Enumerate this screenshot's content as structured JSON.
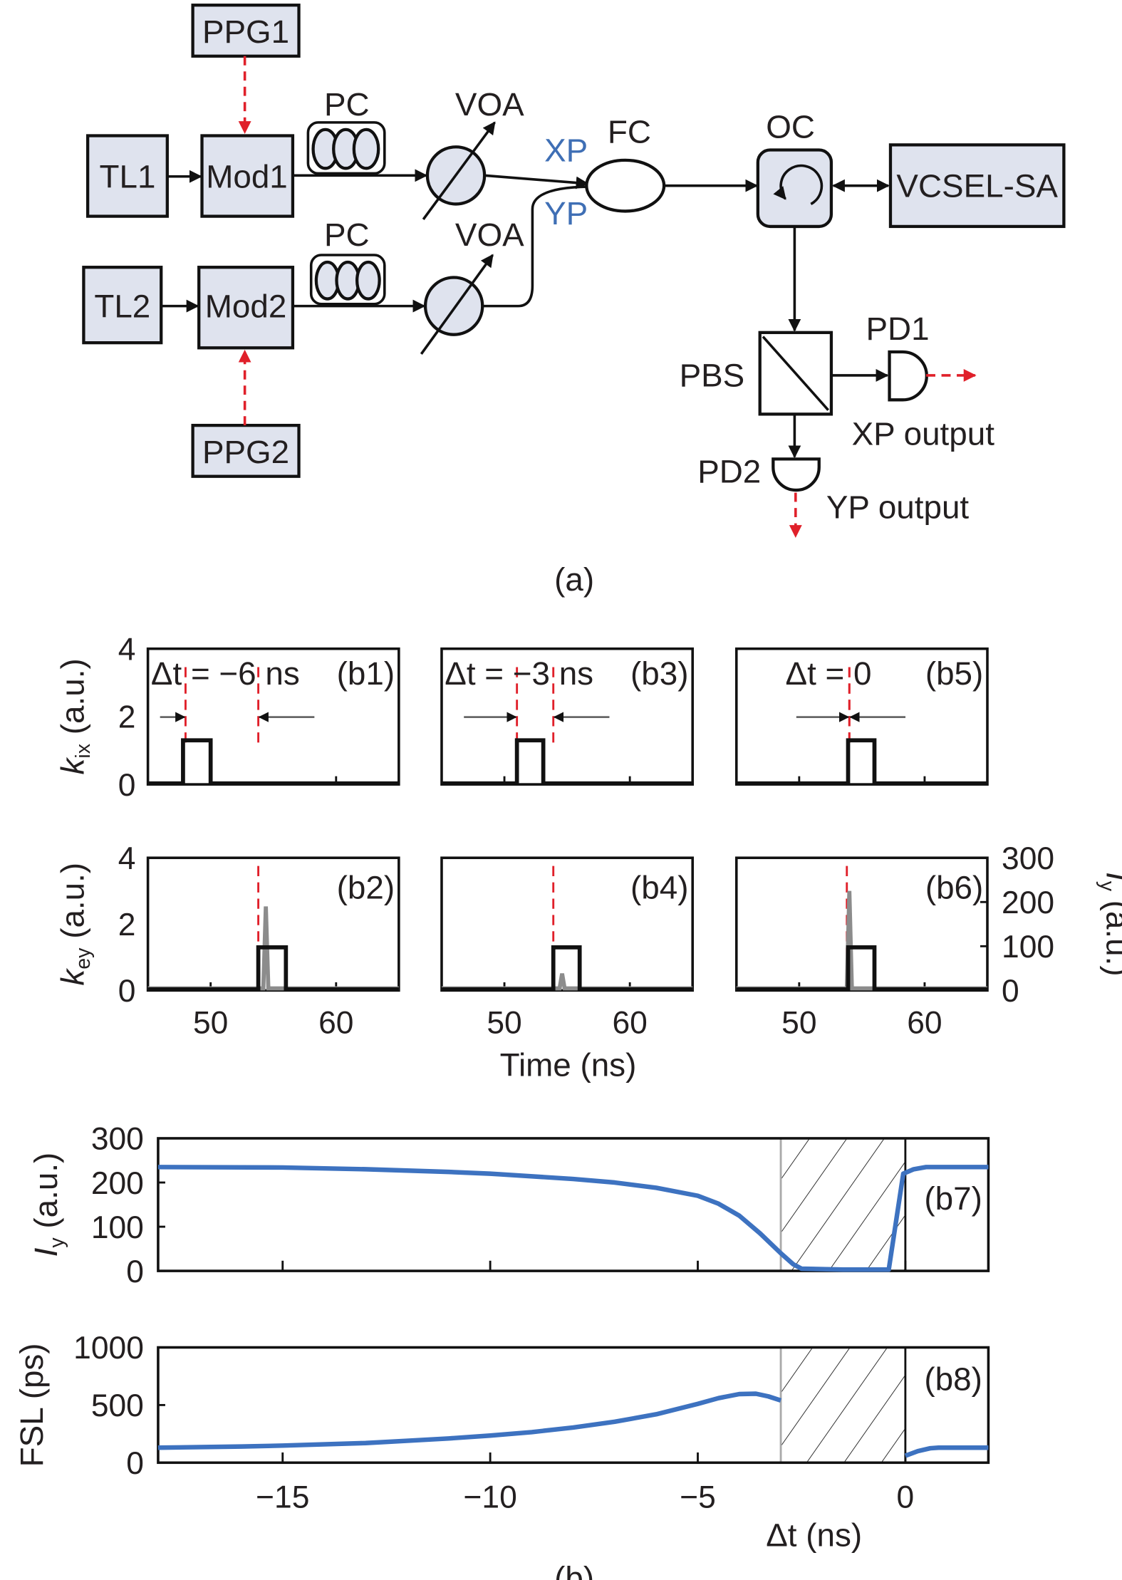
{
  "diagram": {
    "ppg1": "PPG1",
    "ppg2": "PPG2",
    "tl1": "TL1",
    "tl2": "TL2",
    "mod1": "Mod1",
    "mod2": "Mod2",
    "pc1": "PC",
    "pc2": "PC",
    "voa1": "VOA",
    "voa2": "VOA",
    "xp": "XP",
    "yp": "YP",
    "fc": "FC",
    "oc": "OC",
    "vcsel": "VCSEL-SA",
    "pbs": "PBS",
    "pd1": "PD1",
    "pd2": "PD2",
    "xp_output": "XP output",
    "yp_output": "YP output",
    "caption": "(a)"
  },
  "colors": {
    "curve": "#3d72c0",
    "dashed": "#e0202a",
    "box_fill": "#dfe3ee",
    "label_blue": "#3f6fb5"
  },
  "chart_data": [
    {
      "type": "line",
      "id": "b1-b6",
      "xlabel": "Time (ns)",
      "xlim": [
        45,
        65
      ],
      "xticks": [
        50,
        60
      ],
      "ylim": [
        0,
        4
      ],
      "yticks": [
        0,
        2,
        4
      ],
      "ylabel_top": {
        "sym": "k",
        "sub": "ix",
        "unit": "(a.u.)"
      },
      "ylabel_bottom": {
        "sym": "k",
        "sub": "ey",
        "unit": "(a.u.)"
      },
      "right_ylim": [
        0,
        300
      ],
      "right_yticks": [
        0,
        100,
        200,
        300
      ],
      "right_ylabel": {
        "sym": "I",
        "sub": "y",
        "unit": "(a.u.)"
      },
      "panels": [
        {
          "id": "(b1)",
          "delta": "Δt = −6 ns",
          "signal": "k_ix",
          "pulse": [
            47.8,
            50.0,
            1.3
          ],
          "dashed": [
            48.0,
            53.8
          ]
        },
        {
          "id": "(b3)",
          "delta": "Δt = −3 ns",
          "signal": "k_ix",
          "pulse": [
            51.0,
            53.1,
            1.3
          ],
          "dashed": [
            51.0,
            53.9
          ]
        },
        {
          "id": "(b5)",
          "delta": "Δt = 0",
          "signal": "k_ix",
          "pulse": [
            53.9,
            56.0,
            1.3
          ],
          "dashed": [
            54.0,
            54.0
          ]
        },
        {
          "id": "(b2)",
          "signal": "k_ey",
          "pulse": [
            53.8,
            56.0,
            1.3
          ],
          "dashed": [
            53.8
          ],
          "iy_spike": [
            54.4,
            190
          ]
        },
        {
          "id": "(b4)",
          "signal": "k_ey",
          "pulse": [
            53.9,
            56.0,
            1.3
          ],
          "dashed": [
            53.9
          ],
          "iy_spike": [
            54.6,
            38
          ]
        },
        {
          "id": "(b6)",
          "signal": "k_ey",
          "pulse": [
            53.9,
            56.0,
            1.3
          ],
          "dashed": [
            53.8
          ],
          "iy_spike": [
            54.0,
            225
          ]
        }
      ]
    },
    {
      "type": "line",
      "id": "(b7)",
      "xlim": [
        -18,
        2
      ],
      "xticks": [
        -15,
        -10,
        -5,
        0
      ],
      "ylim": [
        0,
        300
      ],
      "yticks": [
        0,
        100,
        200,
        300
      ],
      "ylabel": {
        "sym": "I",
        "sub": "y",
        "unit": "(a.u.)"
      },
      "hatched_region": [
        -3,
        0
      ],
      "series": [
        {
          "name": "Iy",
          "segments": [
            [
              [
                -18,
                235
              ],
              [
                -15,
                234
              ],
              [
                -13,
                230
              ],
              [
                -11,
                224
              ],
              [
                -10,
                220
              ],
              [
                -8,
                208
              ],
              [
                -7,
                200
              ],
              [
                -6,
                188
              ],
              [
                -5,
                170
              ],
              [
                -4.5,
                152
              ],
              [
                -4,
                125
              ],
              [
                -3.5,
                85
              ],
              [
                -3,
                40
              ],
              [
                -2.7,
                15
              ],
              [
                -2.5,
                5
              ],
              [
                -1.5,
                3
              ],
              [
                -0.4,
                3
              ],
              [
                -0.05,
                220
              ],
              [
                0.2,
                230
              ],
              [
                0.5,
                235
              ],
              [
                2,
                235
              ]
            ]
          ]
        }
      ]
    },
    {
      "type": "line",
      "id": "(b8)",
      "xlabel": "Δt (ns)",
      "xlim": [
        -18,
        2
      ],
      "xticks": [
        -15,
        -10,
        -5,
        0
      ],
      "xticklabels": [
        "−15",
        "−10",
        "−5",
        "0"
      ],
      "ylim": [
        0,
        1000
      ],
      "yticks": [
        0,
        500,
        1000
      ],
      "ylabel": {
        "text": "FSL (ps)"
      },
      "hatched_region": [
        -3,
        0
      ],
      "series": [
        {
          "name": "FSL",
          "segments": [
            [
              [
                -18,
                130
              ],
              [
                -16,
                140
              ],
              [
                -15,
                148
              ],
              [
                -13,
                170
              ],
              [
                -12,
                190
              ],
              [
                -11,
                210
              ],
              [
                -10,
                235
              ],
              [
                -9,
                265
              ],
              [
                -8,
                305
              ],
              [
                -7,
                355
              ],
              [
                -6,
                420
              ],
              [
                -5,
                510
              ],
              [
                -4.5,
                560
              ],
              [
                -4,
                595
              ],
              [
                -3.6,
                598
              ],
              [
                -3.3,
                575
              ],
              [
                -3,
                540
              ]
            ],
            [
              [
                0,
                60
              ],
              [
                0.3,
                100
              ],
              [
                0.6,
                125
              ],
              [
                0.8,
                130
              ],
              [
                2,
                130
              ]
            ]
          ]
        }
      ],
      "caption": "(b)"
    }
  ]
}
